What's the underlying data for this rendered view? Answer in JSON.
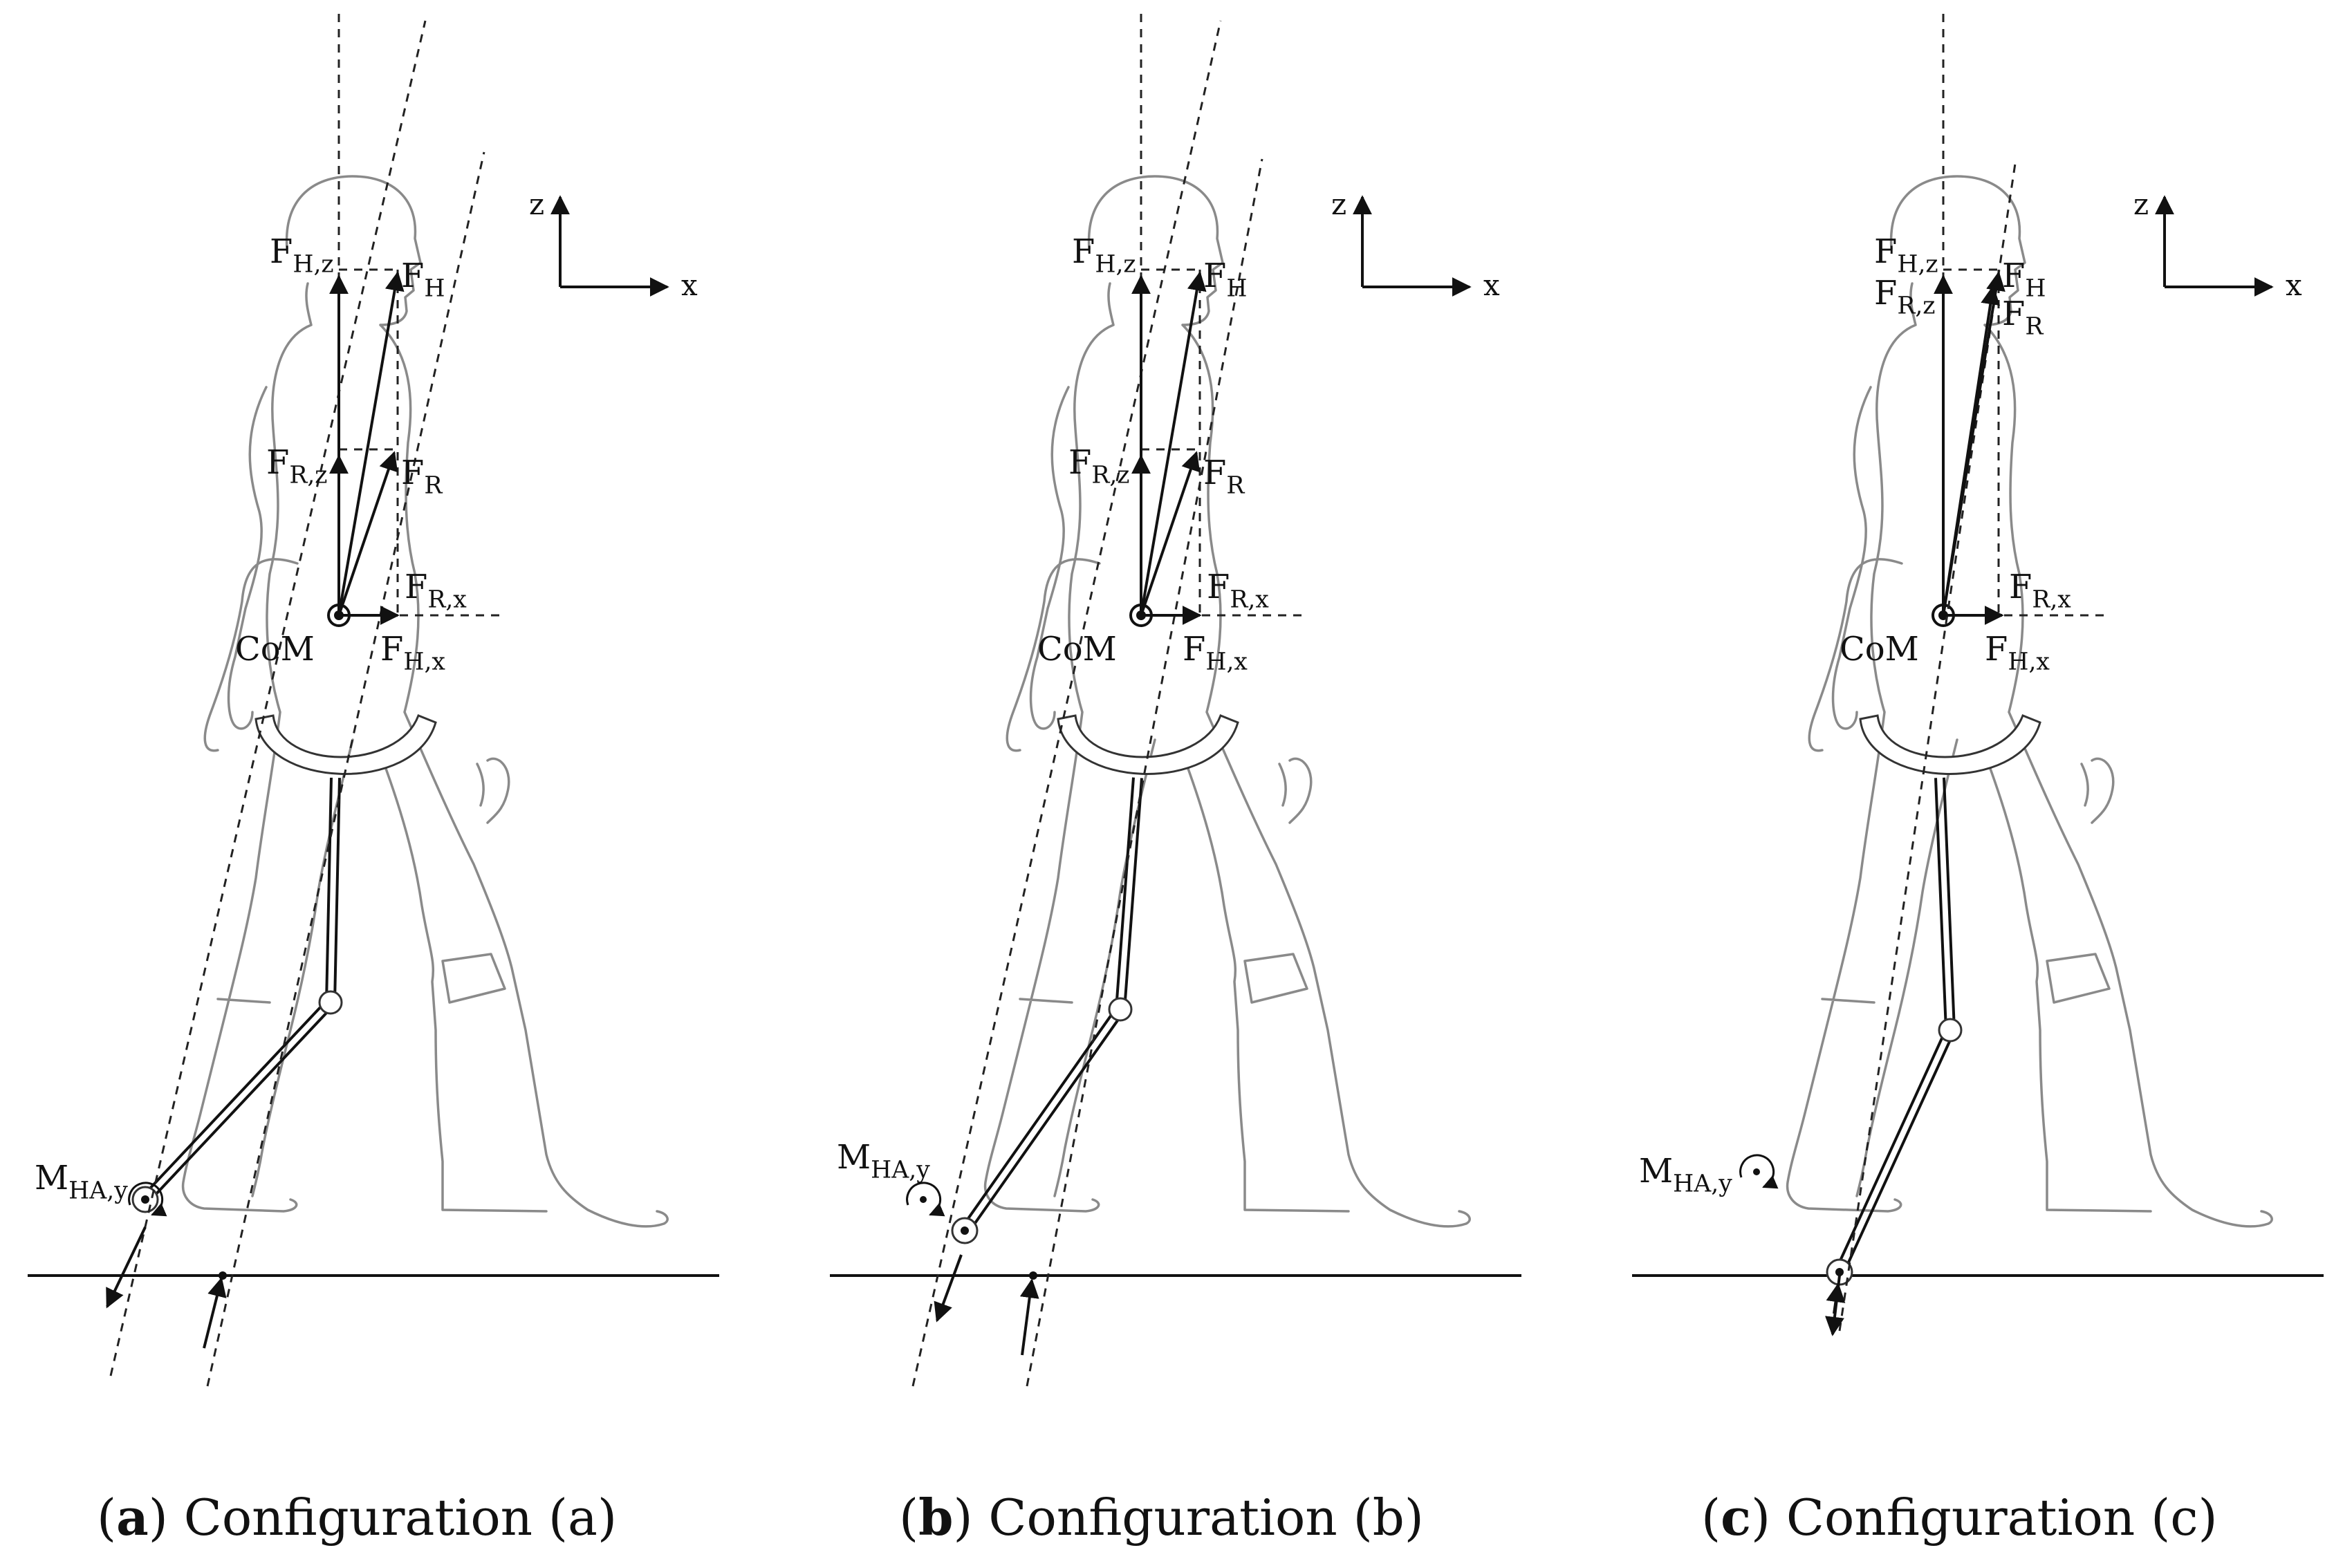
{
  "panels": [
    {
      "id": "a",
      "caption_letter": "a",
      "caption_text": " Configuration (a)",
      "labels": {
        "f_h_z": "F",
        "f_h_z_sub": "H,z",
        "f_h": "F",
        "f_h_sub": "H",
        "f_r_z": "F",
        "f_r_z_sub": "R,z",
        "f_r": "F",
        "f_r_sub": "R",
        "f_r_x": "F",
        "f_r_x_sub": "R,x",
        "f_h_x": "F",
        "f_h_x_sub": "H,x",
        "com": "CoM",
        "moment": "M",
        "moment_sub": "HA,y",
        "axis_z": "z",
        "axis_x": "x"
      }
    },
    {
      "id": "b",
      "caption_letter": "b",
      "caption_text": " Configuration (b)",
      "labels": {
        "f_h_z": "F",
        "f_h_z_sub": "H,z",
        "f_h": "F",
        "f_h_sub": "H",
        "f_r_z": "F",
        "f_r_z_sub": "R,z",
        "f_r": "F",
        "f_r_sub": "R",
        "f_r_x": "F",
        "f_r_x_sub": "R,x",
        "f_h_x": "F",
        "f_h_x_sub": "H,x",
        "com": "CoM",
        "moment": "M",
        "moment_sub": "HA,y",
        "axis_z": "z",
        "axis_x": "x"
      }
    },
    {
      "id": "c",
      "caption_letter": "c",
      "caption_text": " Configuration (c)",
      "labels": {
        "f_h_z": "F",
        "f_h_z_sub": "H,z",
        "f_h": "F",
        "f_h_sub": "H",
        "f_r_z": "F",
        "f_r_z_sub": "R,z",
        "f_r": "F",
        "f_r_sub": "R",
        "f_r_x": "F",
        "f_r_x_sub": "R,x",
        "f_h_x": "F",
        "f_h_x_sub": "H,x",
        "com": "CoM",
        "moment": "M",
        "moment_sub": "HA,y",
        "axis_z": "z",
        "axis_x": "x"
      }
    }
  ]
}
